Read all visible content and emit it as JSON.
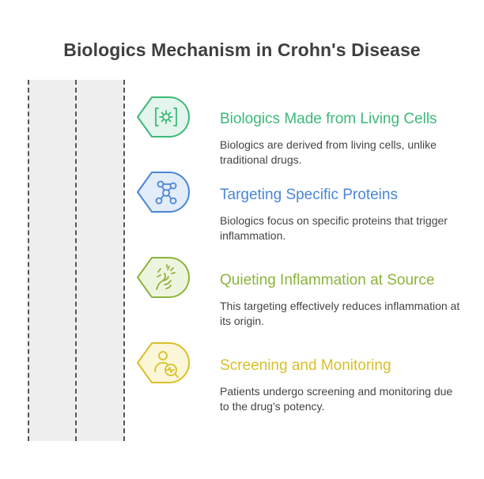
{
  "title": "Biologics Mechanism in Crohn's Disease",
  "steps": [
    {
      "heading": "Biologics Made from Living Cells",
      "description": "Biologics are derived from living cells, unlike traditional drugs.",
      "color": "#3db97a",
      "fill": "#e3f5ec",
      "icon": "cell-culture-icon"
    },
    {
      "heading": "Targeting Specific Proteins",
      "description": "Biologics focus on specific proteins that trigger inflammation.",
      "color": "#4a86d8",
      "fill": "#e3ecf9",
      "icon": "molecule-network-icon"
    },
    {
      "heading": "Quieting Inflammation at Source",
      "description": "This targeting effectively reduces inflammation at its origin.",
      "color": "#8cb43c",
      "fill": "#eef5df",
      "icon": "soothing-hand-icon"
    },
    {
      "heading": "Screening and Monitoring",
      "description": "Patients undergo screening and monitoring due to the drug's potency.",
      "color": "#d8c02a",
      "fill": "#fbf6d8",
      "icon": "patient-monitoring-icon"
    }
  ]
}
